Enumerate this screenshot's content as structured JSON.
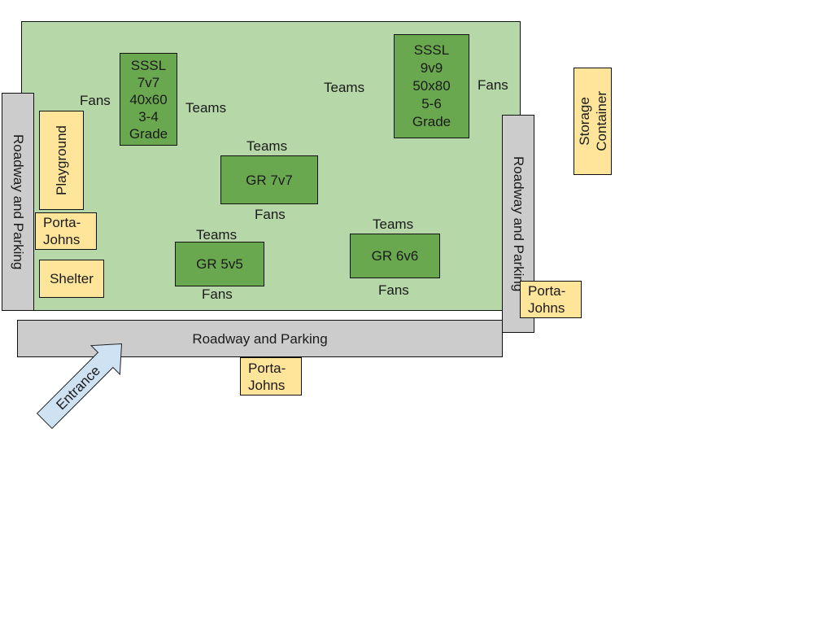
{
  "diagram": {
    "title": "Field Layout",
    "colors": {
      "field": "#b6d7a8",
      "pitch": "#6aa84f",
      "amenity": "#ffe599",
      "road": "#cccccc",
      "entrance_arrow": "#cfe2f3"
    },
    "pitches": [
      {
        "id": "sssl-7v7",
        "label": "SSSL\n7v7\n40x60\n3-4\nGrade"
      },
      {
        "id": "sssl-9v9",
        "label": "SSSL\n9v9\n50x80\n5-6\nGrade"
      },
      {
        "id": "gr-7v7",
        "label": "GR 7v7"
      },
      {
        "id": "gr-5v5",
        "label": "GR 5v5"
      },
      {
        "id": "gr-6v6",
        "label": "GR 6v6"
      }
    ],
    "area_labels": {
      "fans_sssl7": "Fans",
      "teams_sssl7": "Teams",
      "teams_sssl9": "Teams",
      "fans_sssl9": "Fans",
      "teams_gr7": "Teams",
      "fans_gr7": "Fans",
      "teams_gr5": "Teams",
      "fans_gr5": "Fans",
      "teams_gr6": "Teams",
      "fans_gr6": "Fans"
    },
    "amenities": {
      "playground": "Playground",
      "porta_left": "Porta-\nJohns",
      "shelter": "Shelter",
      "porta_right": "Porta-\nJohns",
      "porta_bottom": "Porta-\nJohns",
      "storage": "Storage\nContainer"
    },
    "roads": {
      "left": "Roadway and Parking",
      "right": "Roadway and Parking",
      "bottom": "Roadway and Parking"
    },
    "entrance": "Entrance"
  }
}
